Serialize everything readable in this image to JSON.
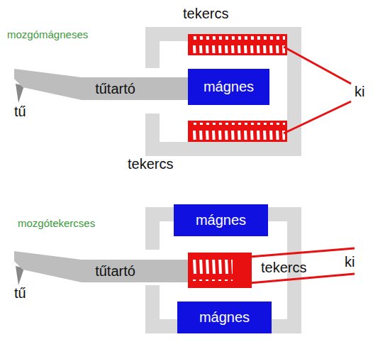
{
  "diagram": {
    "nodes": [
      {
        "text": [
          "tűtartó"
        ]
      },
      {
        "text": [
          "mágnes"
        ]
      },
      {
        "text": [
          "mágnes"
        ]
      },
      {
        "text": [
          "tűtartó"
        ]
      },
      {
        "text": [
          "mágnes"
        ]
      }
    ],
    "labels": [
      "mozgómágneses",
      "tekercs",
      "ki",
      "tű",
      "tekercs",
      "mozgótekercses",
      "tekercs",
      "ki",
      "tű"
    ]
  }
}
